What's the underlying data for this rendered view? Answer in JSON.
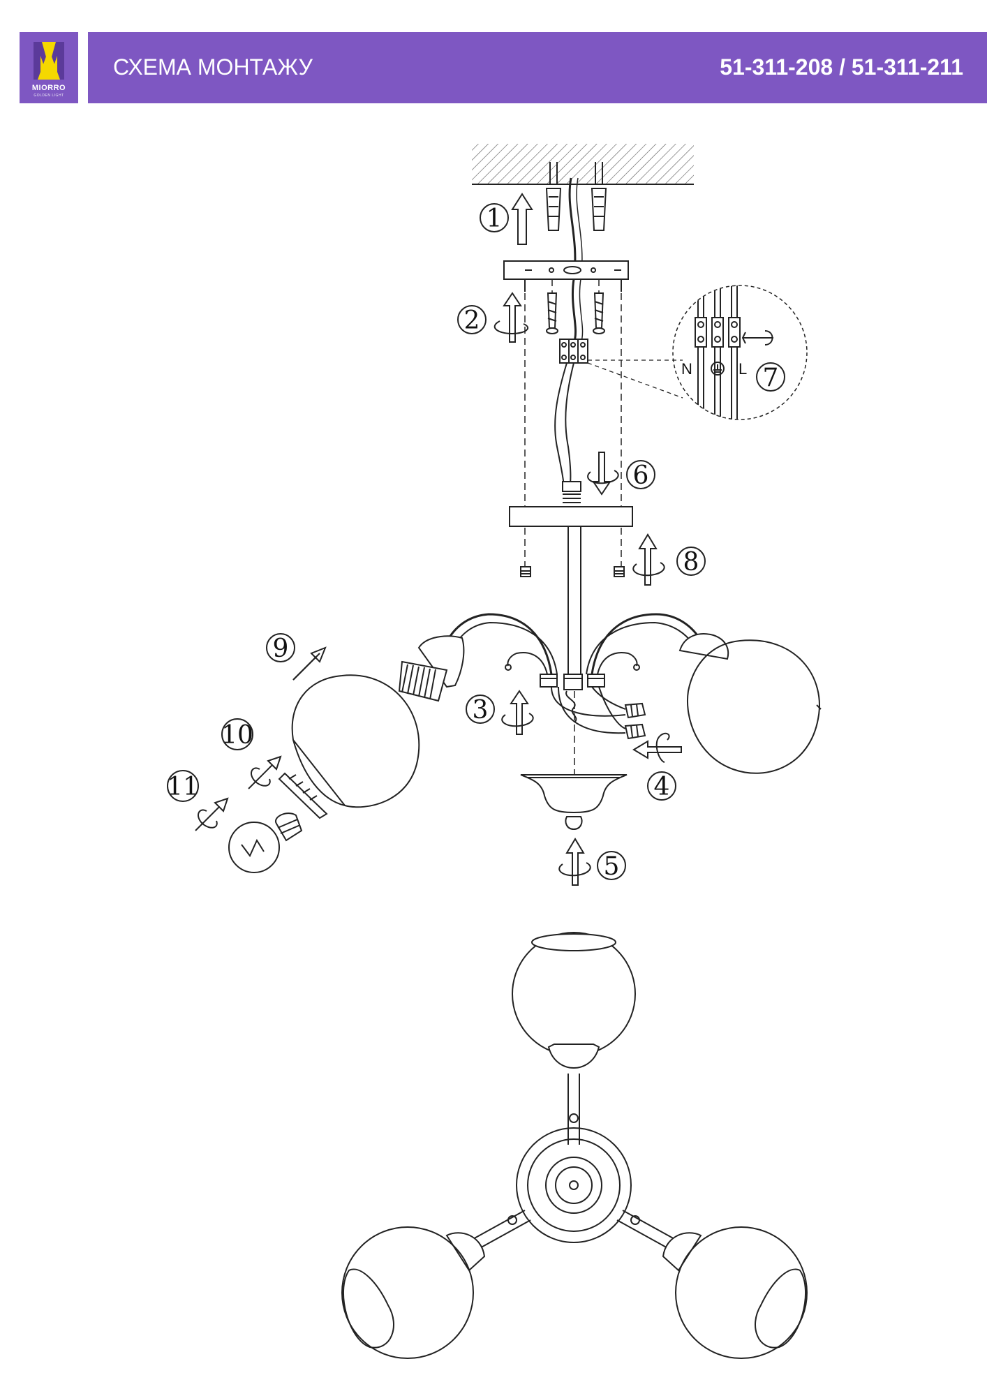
{
  "header": {
    "logo_name": "MIORRO",
    "logo_sub": "GOLDEN LIGHT",
    "title": "СХЕМА МОНТАЖУ",
    "model": "51-311-208 / 51-311-211"
  },
  "colors": {
    "brand": "#7e57c2",
    "logo_yellow": "#f5d800",
    "line": "#222222"
  },
  "steps": [
    "1",
    "2",
    "3",
    "4",
    "5",
    "6",
    "7",
    "8",
    "9",
    "10",
    "11"
  ],
  "wiring": {
    "neutral": "N",
    "live": "L"
  }
}
